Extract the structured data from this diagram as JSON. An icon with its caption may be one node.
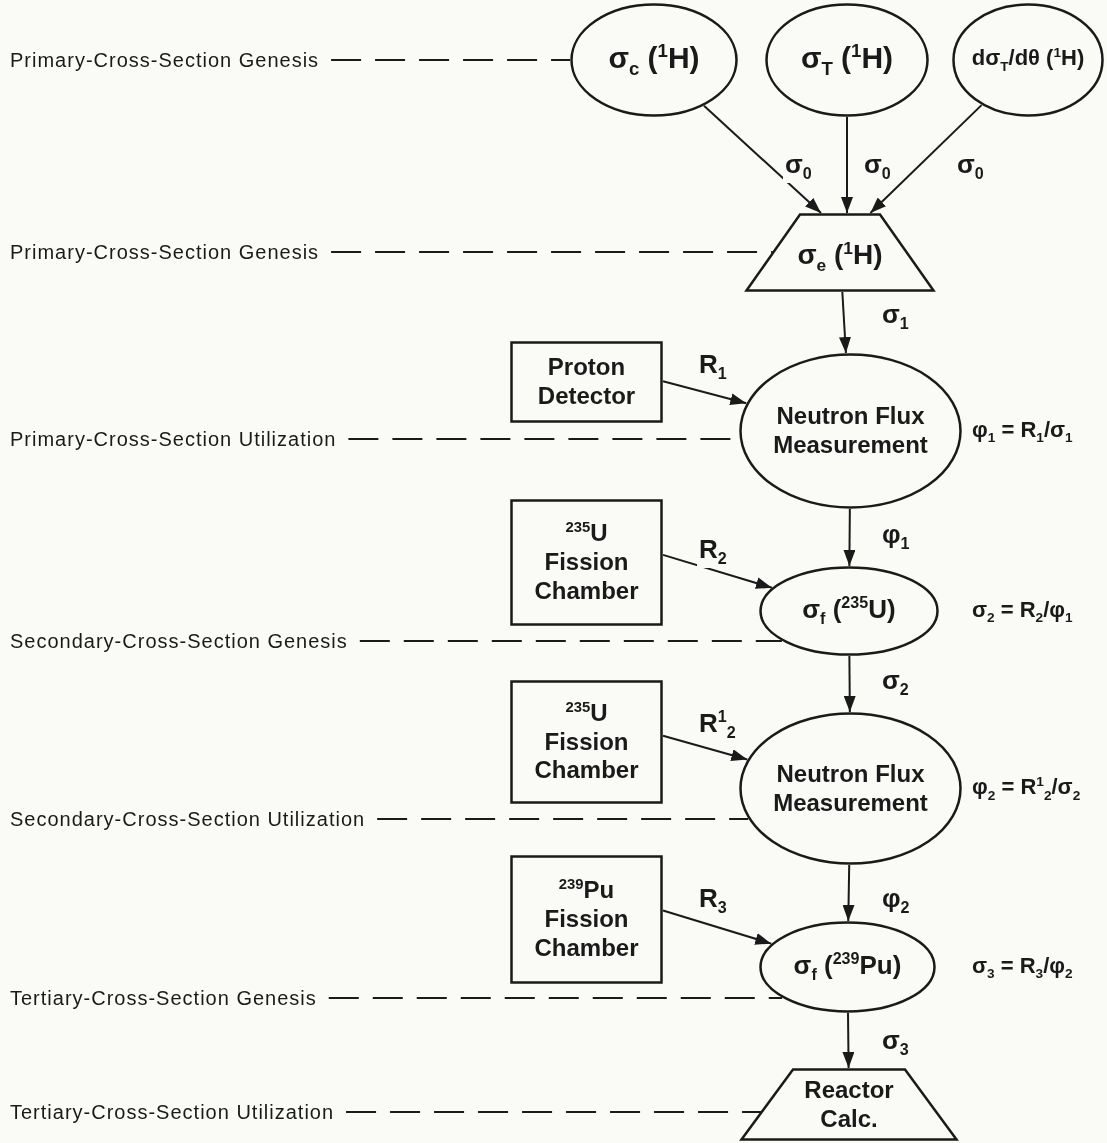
{
  "diagram": {
    "nodes": [
      {
        "text": [
          "Primary-Cross-Section Genesis"
        ]
      },
      {
        "text": [
          "σ$_{c}$ ($^{1}$H)"
        ]
      },
      {
        "text": [
          "σ$_{T}$ ($^{1}$H)"
        ]
      },
      {
        "text": [
          "dσ$_{T}$/dθ ($^{1}$H)"
        ]
      },
      {
        "text": [
          "Primary-Cross-Section Genesis"
        ]
      },
      {
        "text": [
          "σ$_{e}$ ($^{1}$H)"
        ]
      },
      {
        "text": [
          "Proton Detector"
        ]
      },
      {
        "text": [
          "Primary-Cross-Section Utilization"
        ]
      },
      {
        "text": [
          "Neutron Flux Measurement"
        ],
        "beside": [
          "φ$_{1}$ = R$_{1}$/σ$_{1}$"
        ]
      },
      {
        "text": [
          "$^{235}$U Fission Chamber"
        ]
      },
      {
        "text": [
          "Secondary-Cross-Section Genesis"
        ]
      },
      {
        "text": [
          "σ$_{f}$ ($^{235}$U)"
        ],
        "beside": [
          "σ$_{2}$ = R$_{2}$/φ$_{1}$"
        ]
      },
      {
        "text": [
          "$^{235}$U Fission Chamber"
        ]
      },
      {
        "text": [
          "Secondary-Cross-Section Utilization"
        ]
      },
      {
        "text": [
          "Neutron Flux Measurement"
        ],
        "beside": [
          "φ$_{2}$ = R$^{1}$$_{2}$/σ$_{2}$"
        ]
      },
      {
        "text": [
          "$^{239}$Pu Fission Chamber"
        ]
      },
      {
        "text": [
          "Tertiary-Cross-Section Genesis"
        ]
      },
      {
        "text": [
          "σ$_{f}$ ($^{239}$Pu)"
        ],
        "beside": [
          "σ$_{3}$ = R$_{3}$/φ$_{2}$"
        ]
      },
      {
        "text": [
          "Tertiary-Cross-Section Utilization"
        ]
      },
      {
        "text": [
          "Reactor Calc."
        ]
      }
    ],
    "edges": [
      {
        "from": 0,
        "to": 1,
        "arrow": "none",
        "style": "dashed"
      },
      {
        "from": 1,
        "to": 5,
        "arrow": "to",
        "label": "σ$_{0}$"
      },
      {
        "from": 2,
        "to": 5,
        "arrow": "to",
        "label": "σ$_{0}$"
      },
      {
        "from": 3,
        "to": 5,
        "arrow": "to",
        "label": "σ$_{0}$"
      },
      {
        "from": 4,
        "to": 5,
        "arrow": "none",
        "style": "dashed"
      },
      {
        "from": 5,
        "to": 8,
        "arrow": "to",
        "label": "σ$_{1}$"
      },
      {
        "from": 6,
        "to": 8,
        "arrow": "to",
        "label": "R$_{1}$"
      },
      {
        "from": 7,
        "to": 8,
        "arrow": "none",
        "style": "dashed"
      },
      {
        "from": 8,
        "to": 11,
        "arrow": "to",
        "label": "φ$_{1}$"
      },
      {
        "from": 9,
        "to": 11,
        "arrow": "to",
        "label": "R$_{2}$"
      },
      {
        "from": 10,
        "to": 11,
        "arrow": "none",
        "style": "dashed"
      },
      {
        "from": 11,
        "to": 14,
        "arrow": "to",
        "label": "σ$_{2}$"
      },
      {
        "from": 12,
        "to": 14,
        "arrow": "to",
        "label": "R$^{1}$$_{2}$"
      },
      {
        "from": 13,
        "to": 14,
        "arrow": "none",
        "style": "dashed"
      },
      {
        "from": 14,
        "to": 17,
        "arrow": "to",
        "label": "φ$_{2}$"
      },
      {
        "from": 15,
        "to": 17,
        "arrow": "to",
        "label": "R$_{3}$"
      },
      {
        "from": 16,
        "to": 17,
        "arrow": "none",
        "style": "dashed"
      },
      {
        "from": 17,
        "to": 19,
        "arrow": "to",
        "label": "σ$_{3}$"
      },
      {
        "from": 18,
        "to": 19,
        "arrow": "none",
        "style": "dashed"
      }
    ]
  }
}
